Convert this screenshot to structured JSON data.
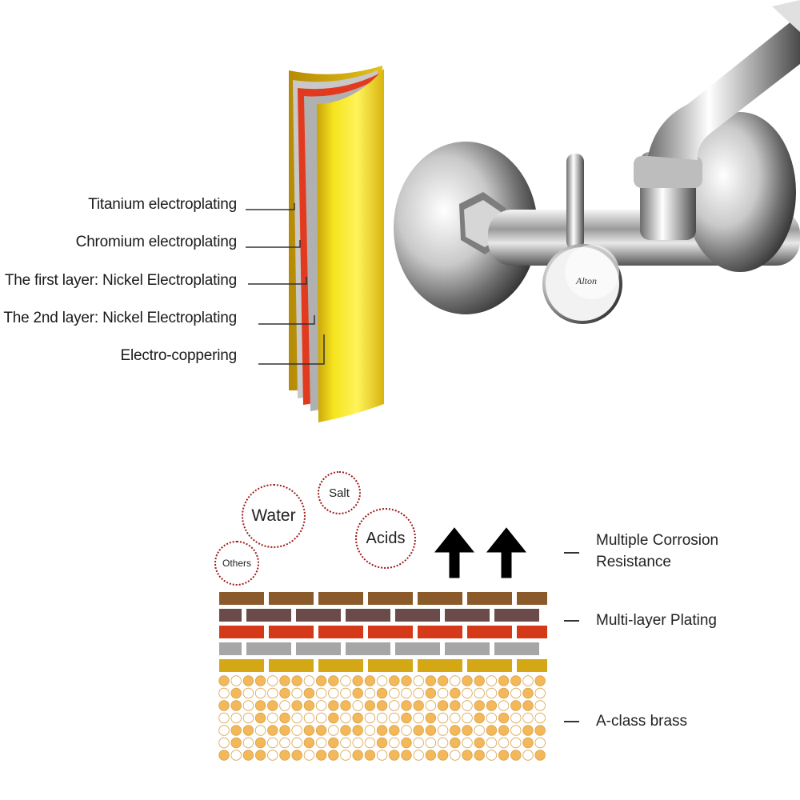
{
  "plating_diagram": {
    "layers": [
      {
        "label": "Titanium electroplating",
        "color": "#e0c21a"
      },
      {
        "label": "Chromium electroplating",
        "color": "#b8b8b8"
      },
      {
        "label": "The first layer: Nickel Electroplating",
        "color": "#e23a1e"
      },
      {
        "label": "The 2nd layer: Nickel Electroplating",
        "color": "#a9a9a9"
      },
      {
        "label": "Electro-coppering",
        "color": "#f4e21c"
      }
    ]
  },
  "faucet": {
    "brand": "Alton"
  },
  "corrosion_diagram": {
    "threats": [
      "Water",
      "Salt",
      "Acids",
      "Others"
    ],
    "legend": {
      "resistance": "Multiple Corrosion\nResistance",
      "plating": "Multi-layer Plating",
      "brass": "A-class brass"
    },
    "brick_row_colors": [
      "#8b5a2b",
      "#6b4a4a",
      "#d43a1a",
      "#a6a6a6",
      "#d4a814"
    ],
    "brass_colors": [
      "#f2b85a",
      "#ffffff"
    ],
    "arrow_color": "#000000",
    "bubble_border_color": "#a01818"
  }
}
